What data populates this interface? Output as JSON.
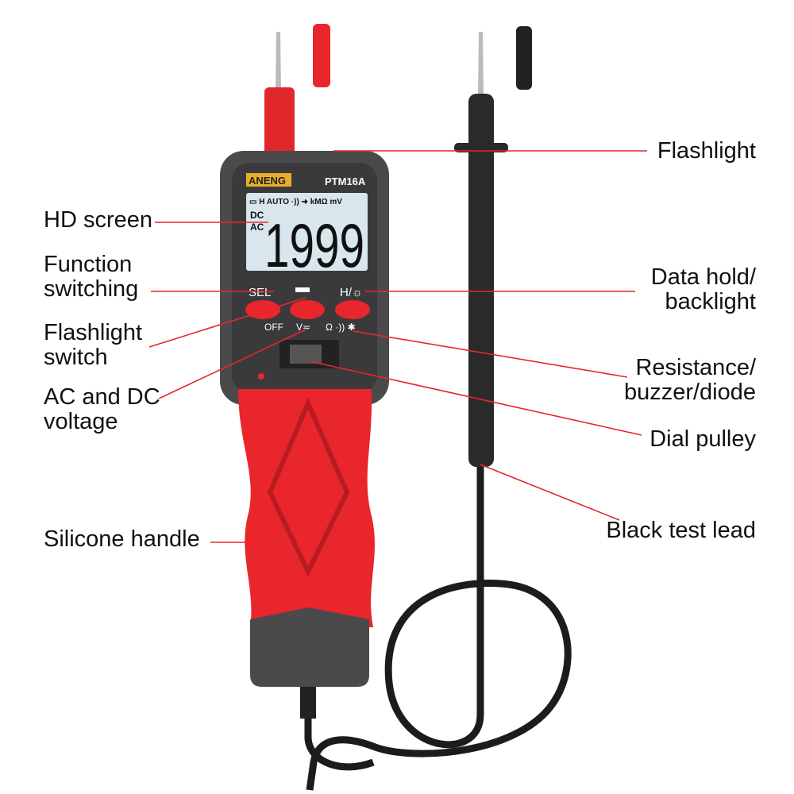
{
  "device": {
    "brand": "ANENG",
    "model": "PTM16A",
    "display": {
      "reading": "1999",
      "indicators": [
        "H",
        "AUTO",
        "kMΩ",
        "mV"
      ],
      "modes": [
        "DC",
        "AC"
      ]
    },
    "buttons": [
      "SEL",
      "H/☼"
    ],
    "switch_positions": [
      "OFF",
      "V≂",
      "Ω"
    ]
  },
  "callouts": {
    "flashlight": "Flashlight",
    "hd_screen": "HD screen",
    "function_switching": [
      "Function",
      "switching"
    ],
    "flashlight_switch": [
      "Flashlight",
      "switch"
    ],
    "ac_dc_voltage": [
      "AC and DC",
      "voltage"
    ],
    "silicone_handle": "Silicone handle",
    "data_hold": [
      "Data hold/",
      "backlight"
    ],
    "resistance": [
      "Resistance/",
      "buzzer/diode"
    ],
    "dial_pulley": "Dial pulley",
    "black_test_lead": "Black test lead"
  },
  "colors": {
    "accent": "#e8262c",
    "body": "#4a4a4c",
    "leader": "#e8262c",
    "lcd": "#d9e6ee"
  }
}
